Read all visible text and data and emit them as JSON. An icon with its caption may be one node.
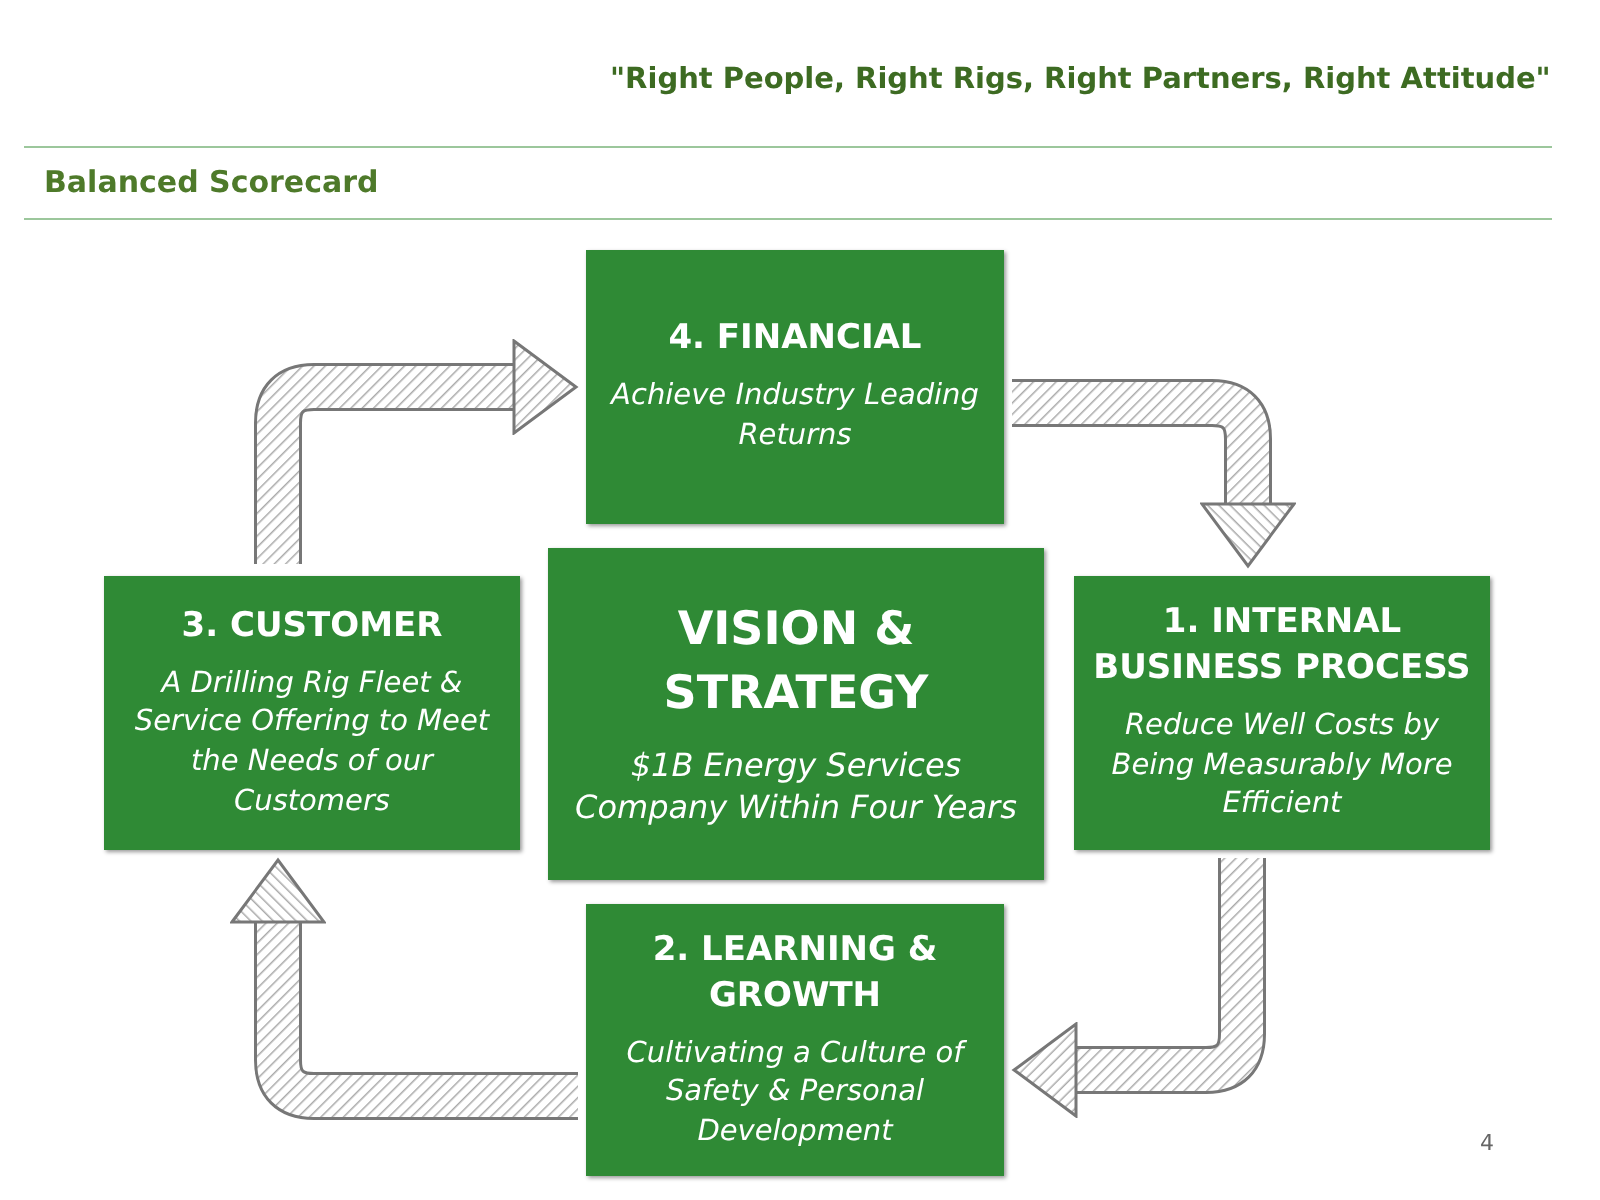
{
  "diagram": {
    "title": "Balanced Scorecard",
    "nodes": [
      {
        "text": [
          "4. FINANCIAL",
          "Achieve Industry Leading Returns"
        ]
      },
      {
        "text": [
          "3. CUSTOMER",
          "A Drilling Rig Fleet & Service Offering to Meet the Needs of our Customers"
        ]
      },
      {
        "text": [
          "VISION & STRATEGY",
          "$1B Energy Services Company Within Four Years"
        ]
      },
      {
        "text": [
          "1. INTERNAL BUSINESS PROCESS",
          "Reduce Well Costs by Being Measurably More Efficient"
        ]
      },
      {
        "text": [
          "2. LEARNING & GROWTH",
          "Cultivating a Culture of Safety & Personal Development"
        ]
      }
    ],
    "edges": [
      {
        "from": 1,
        "to": 0,
        "arrow": "to"
      },
      {
        "from": 0,
        "to": 3,
        "arrow": "to"
      },
      {
        "from": 3,
        "to": 4,
        "arrow": "to"
      },
      {
        "from": 4,
        "to": 1,
        "arrow": "to"
      }
    ],
    "labels": [
      "\"Right People, Right Rigs, Right Partners, Right Attitude\"",
      "4"
    ]
  }
}
